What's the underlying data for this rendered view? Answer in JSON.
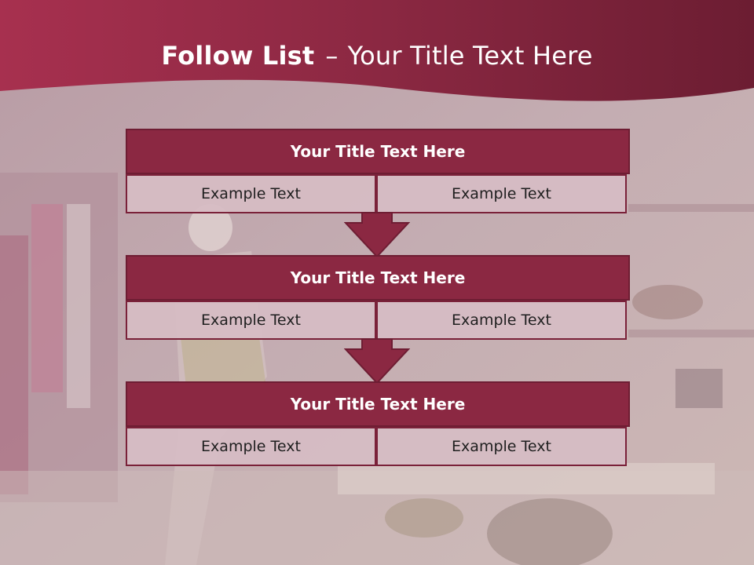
{
  "header": {
    "title_main": "Follow List",
    "title_separator": "–",
    "title_sub": "Your Title Text Here"
  },
  "blocks": [
    {
      "title": "Your Title Text Here",
      "left_text": "Example Text",
      "right_text": "Example Text"
    },
    {
      "title": "Your Title Text Here",
      "left_text": "Example Text",
      "right_text": "Example Text"
    },
    {
      "title": "Your Title Text Here",
      "left_text": "Example Text",
      "right_text": "Example Text"
    }
  ],
  "colors": {
    "header_band": "#8b2842",
    "block_header": "#8b2842",
    "cell_fill": "#d6bcc4",
    "border": "#6e1d33",
    "arrow": "#8b2842"
  },
  "icons": [
    "down-arrow-icon"
  ]
}
